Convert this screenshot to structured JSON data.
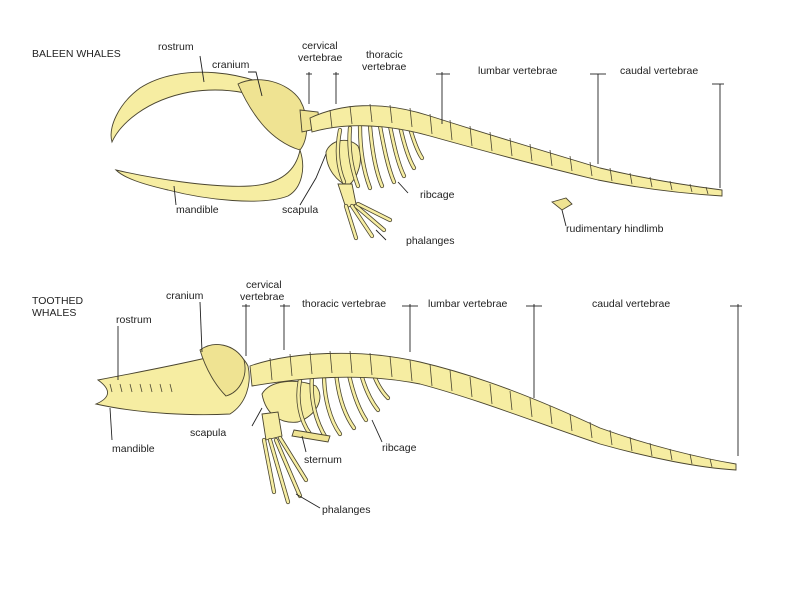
{
  "baleen": {
    "heading": "BALEEN WHALES",
    "rostrum": "rostrum",
    "cranium": "cranium",
    "cervical_1": "cervical",
    "cervical_2": "vertebrae",
    "thoracic_1": "thoracic",
    "thoracic_2": "vertebrae",
    "lumbar": "lumbar vertebrae",
    "caudal": "caudal vertebrae",
    "mandible": "mandible",
    "scapula": "scapula",
    "ribcage": "ribcage",
    "phalanges": "phalanges",
    "hindlimb": "rudimentary hindlimb"
  },
  "toothed": {
    "heading_1": "TOOTHED",
    "heading_2": "WHALES",
    "rostrum": "rostrum",
    "cranium": "cranium",
    "cervical_1": "cervical",
    "cervical_2": "vertebrae",
    "thoracic": "thoracic vertebrae",
    "lumbar": "lumbar vertebrae",
    "caudal": "caudal vertebrae",
    "mandible": "mandible",
    "scapula": "scapula",
    "sternum": "sternum",
    "ribcage": "ribcage",
    "phalanges": "phalanges"
  },
  "colors": {
    "bone": "#f6eda2",
    "outline": "#4a4530",
    "text": "#222222"
  }
}
